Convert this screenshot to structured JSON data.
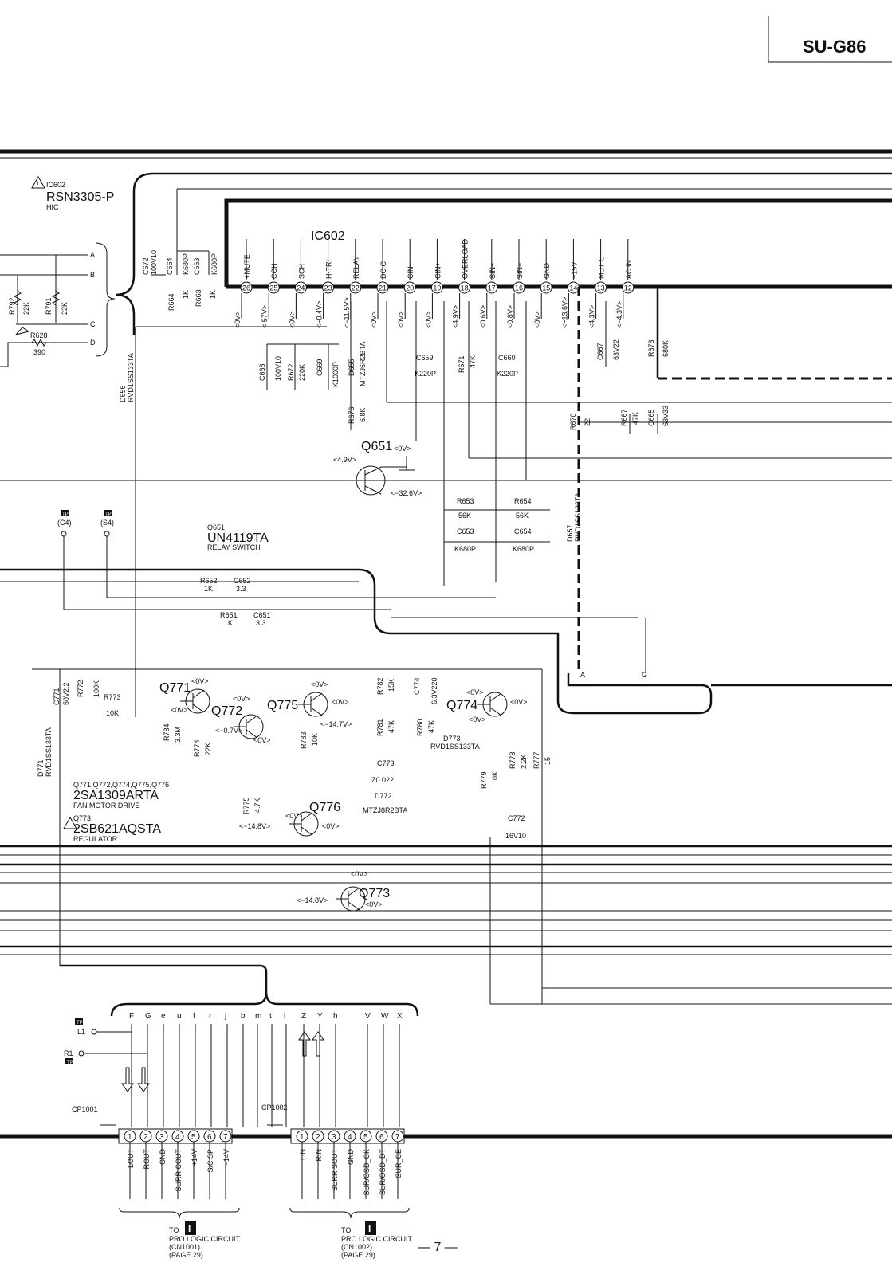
{
  "header": {
    "model": "SU-G86"
  },
  "page_number": "— 7 —",
  "hic": {
    "ref": "IC602",
    "part": "RSN3305-P",
    "type": "HIC"
  },
  "ic602": {
    "label": "IC602",
    "pins": [
      {
        "num": "26",
        "name": "+MUTE",
        "volt": "<0V>"
      },
      {
        "num": "25",
        "name": "CCH",
        "volt": "<.57V>"
      },
      {
        "num": "24",
        "name": "SCH",
        "volt": "<0V>"
      },
      {
        "num": "23",
        "name": "H-TRI",
        "volt": "<−0.4V>"
      },
      {
        "num": "22",
        "name": "RELAY",
        "volt": "<−11.5V>"
      },
      {
        "num": "21",
        "name": "DC C",
        "volt": "<0V>"
      },
      {
        "num": "20",
        "name": "CIN−",
        "volt": "<0V>"
      },
      {
        "num": "19",
        "name": "CIN+",
        "volt": "<0V>"
      },
      {
        "num": "18",
        "name": "OVERLOAD",
        "volt": "<4.9V>"
      },
      {
        "num": "17",
        "name": "SIN+",
        "volt": "<0.6V>"
      },
      {
        "num": "16",
        "name": "SIN−",
        "volt": "<0.8V>"
      },
      {
        "num": "15",
        "name": "GND",
        "volt": "<0V>"
      },
      {
        "num": "14",
        "name": "−15V",
        "volt": "<−13.6V>"
      },
      {
        "num": "13",
        "name": "MUT C",
        "volt": "<4.3V>"
      },
      {
        "num": "12",
        "name": "AC IN",
        "volt": "<−4.3V>"
      }
    ]
  },
  "left_bus_letters": [
    "A",
    "B",
    "C",
    "D"
  ],
  "components": {
    "r792": {
      "ref": "R792",
      "val": "22K"
    },
    "r791": {
      "ref": "R791",
      "val": "22K"
    },
    "r628": {
      "ref": "R628",
      "val": "390"
    },
    "c672": {
      "ref": "C672",
      "val": "100V10"
    },
    "c664": {
      "ref": "C664",
      "val": "K680P"
    },
    "c663": {
      "ref": "C663",
      "val": "K680P"
    },
    "r664": {
      "ref": "R664",
      "val": "1K"
    },
    "r663": {
      "ref": "R663",
      "val": "1K"
    },
    "d656": {
      "ref": "D656",
      "val": "RVD1SS133TA"
    },
    "c668": {
      "ref": "C668",
      "val": "100V10"
    },
    "r672": {
      "ref": "R672",
      "val": "220K"
    },
    "c669": {
      "ref": "C669",
      "val": "K1000P"
    },
    "d655": {
      "ref": "D655",
      "val": "MTZJ6R2BTA"
    },
    "c659": {
      "ref": "C659",
      "val": "K220P"
    },
    "r671": {
      "ref": "R671",
      "val": "47K"
    },
    "c660": {
      "ref": "C660",
      "val": "K220P"
    },
    "c667": {
      "ref": "C667",
      "val": "63V22"
    },
    "r673": {
      "ref": "R673",
      "val": "680K"
    },
    "r676": {
      "ref": "R676",
      "val": "6.8K"
    },
    "r670": {
      "ref": "R670",
      "val": "22"
    },
    "r667": {
      "ref": "R667",
      "val": "47K"
    },
    "c665": {
      "ref": "C665",
      "val": "63V33"
    },
    "r653": {
      "ref": "R653",
      "val": "56K"
    },
    "r654": {
      "ref": "R654",
      "val": "56K"
    },
    "c653": {
      "ref": "C653",
      "val": "K680P"
    },
    "c654": {
      "ref": "C654",
      "val": "K680P"
    },
    "d657": {
      "ref": "D657",
      "val": "RVD1SS133TA"
    },
    "r652": {
      "ref": "R652",
      "val": "1K"
    },
    "c652": {
      "ref": "C652",
      "val": "3.3"
    },
    "r651": {
      "ref": "R651",
      "val": "1K"
    },
    "c651": {
      "ref": "C651",
      "val": "3.3"
    },
    "c771": {
      "ref": "C771",
      "val": "50V2.2"
    },
    "r772": {
      "ref": "R772",
      "val": "100K"
    },
    "r773": {
      "ref": "R773",
      "val": "10K"
    },
    "d771": {
      "ref": "D771",
      "val": "RVD1SS133TA"
    },
    "r784": {
      "ref": "R784",
      "val": "3.3M"
    },
    "r774": {
      "ref": "R774",
      "val": "22K"
    },
    "r783": {
      "ref": "R783",
      "val": "10K"
    },
    "r782": {
      "ref": "R782",
      "val": "15K"
    },
    "c774": {
      "ref": "C774",
      "val": "6.3V220"
    },
    "r781": {
      "ref": "R781",
      "val": "47K"
    },
    "r780": {
      "ref": "R780",
      "val": "47K"
    },
    "d773": {
      "ref": "D773",
      "val": "RVD1SS133TA"
    },
    "c773": {
      "ref": "C773",
      "val": "Z0.022"
    },
    "d772": {
      "ref": "D772",
      "val": "MTZJ8R2BTA"
    },
    "r779": {
      "ref": "R779",
      "val": "10K"
    },
    "r778": {
      "ref": "R778",
      "val": "2.2K"
    },
    "r777": {
      "ref": "R777",
      "val": "15"
    },
    "c772": {
      "ref": "C772",
      "val": "16V10"
    },
    "r775": {
      "ref": "R775",
      "val": "4.7K"
    }
  },
  "q651": {
    "ref": "Q651",
    "v_top": "<0V>",
    "v_left": "<4.9V>",
    "v_right": "<−32.6V>",
    "note_ref": "Q651",
    "part": "UN4119TA",
    "desc": "RELAY SWITCH"
  },
  "transistors": {
    "q771": {
      "ref": "Q771",
      "v1": "<0V>",
      "v2": "<0V>"
    },
    "q772": {
      "ref": "Q772",
      "v1": "<0V>",
      "v2": "<−0.7V>",
      "v3": "<0V>"
    },
    "q775": {
      "ref": "Q775",
      "v1": "<0V>",
      "v2": "<0V>",
      "v3": "<−14.7V>"
    },
    "q774": {
      "ref": "Q774",
      "v1": "<0V>",
      "v2": "<0V>",
      "v3": "<0V>"
    },
    "q776": {
      "ref": "Q776",
      "v1": "<0V>",
      "v2": "<−14.8V>",
      "v3": "<0V>"
    },
    "q773": {
      "ref": "Q773",
      "v1": "<0V>",
      "v2": "<−14.8V>",
      "v3": "<0V>"
    }
  },
  "notes": {
    "fan_refs": "Q771,Q772,Q774,Q775,Q776",
    "fan_part": "2SA1309ARTA",
    "fan_desc": "FAN MOTOR DRIVE",
    "reg_ref": "Q773",
    "reg_part": "2SB621AQSTA",
    "reg_desc": "REGULATOR"
  },
  "testpoints": {
    "tp_label": "TP",
    "c4": "(C4)",
    "s4": "(S4)",
    "l1": "L1",
    "r1": "R1"
  },
  "right_bus_letters": {
    "a": "A",
    "g": "G"
  },
  "bottom_bus_letters": [
    "F",
    "G",
    "e",
    "u",
    "f",
    "r",
    "j",
    "b",
    "m",
    "t",
    "i",
    "Z",
    "Y",
    "h",
    "V",
    "W",
    "X"
  ],
  "cp1001": {
    "ref": "CP1001",
    "pins": [
      "1",
      "2",
      "3",
      "4",
      "5",
      "6",
      "7"
    ],
    "signals": [
      "LOUT",
      "ROUT",
      "GND",
      "SURR COUT",
      "+14V",
      "S/C SP",
      "−14V"
    ],
    "to": "TO",
    "marker": "I",
    "dest": "PRO LOGIC CIRCUIT",
    "conn": "(CN1001)",
    "page": "(PAGE 29)"
  },
  "cp1002": {
    "ref": "CP1002",
    "pins": [
      "1",
      "2",
      "3",
      "4",
      "5",
      "6",
      "7"
    ],
    "signals": [
      "LIN",
      "RIN",
      "SURR SOUT",
      "GND",
      "SUR/OSD_CK",
      "SUR/OSD_DT",
      "SUR_CE"
    ],
    "to": "TO",
    "marker": "I",
    "dest": "PRO LOGIC CIRCUIT",
    "conn": "(CN1002)",
    "page": "(PAGE 29)"
  }
}
